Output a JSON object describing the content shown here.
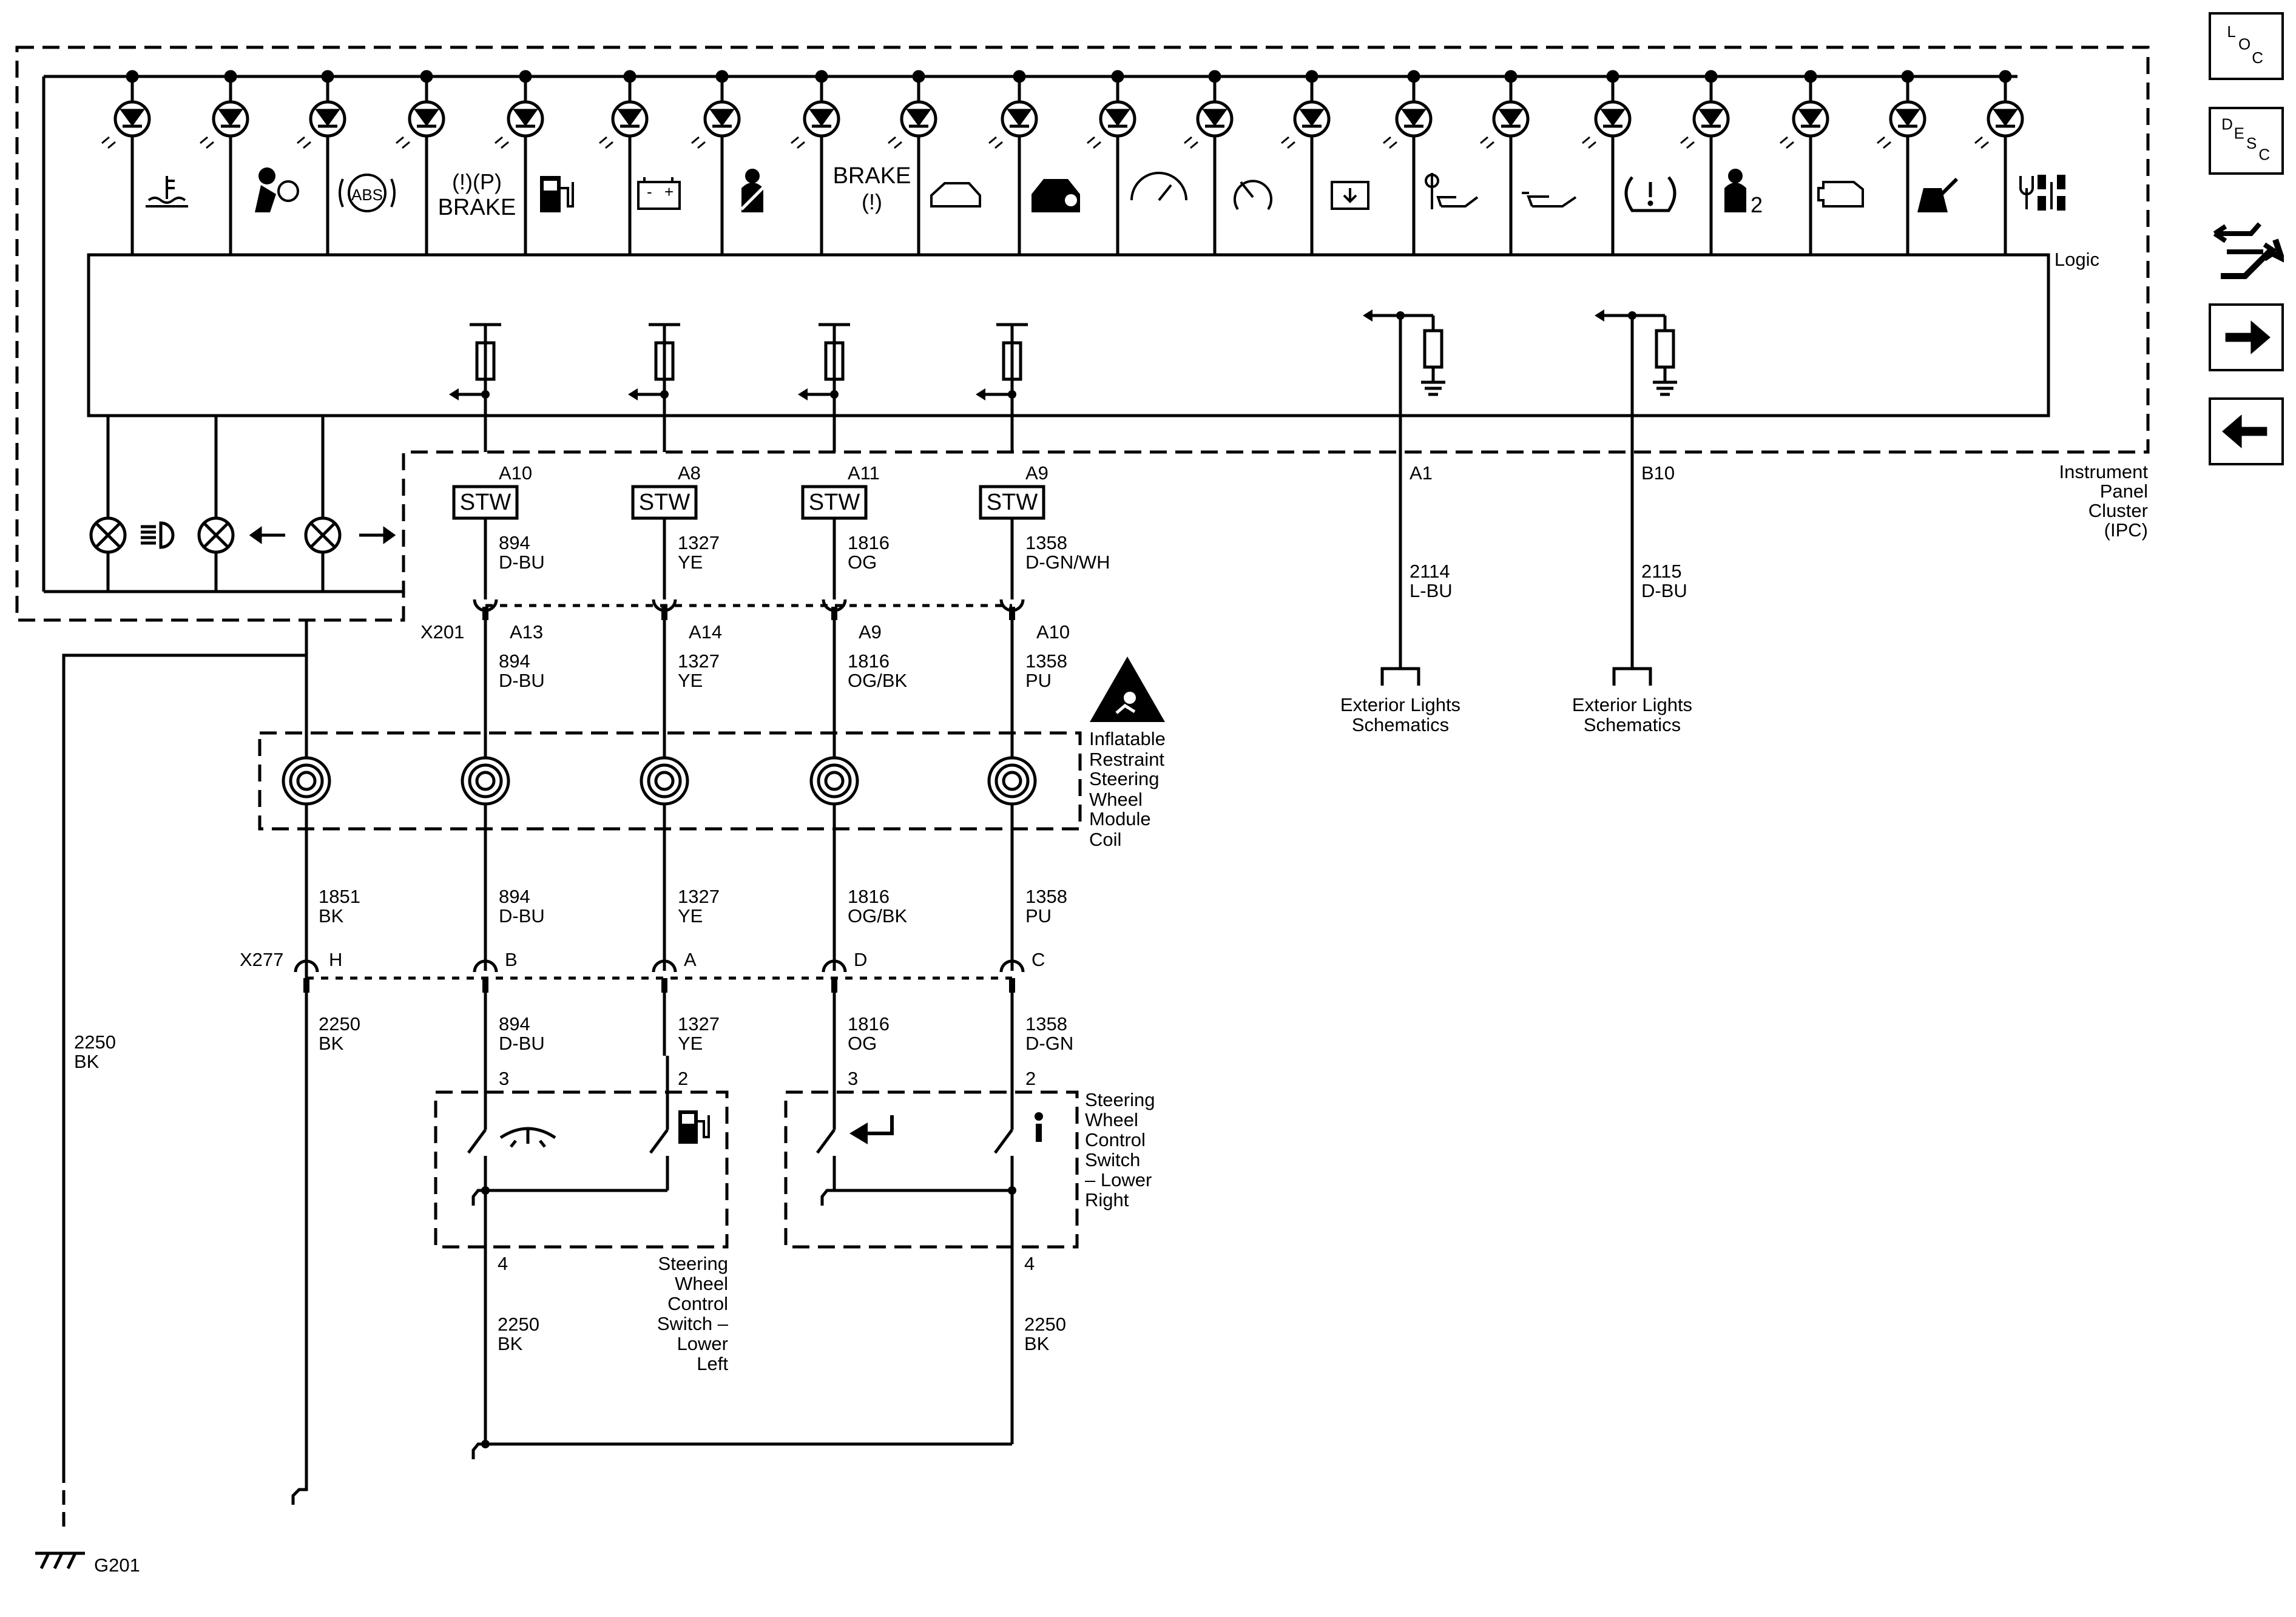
{
  "ipc": {
    "logic_label": "Logic",
    "module_name": [
      "Instrument",
      "Panel",
      "Cluster",
      "(IPC)"
    ],
    "brake_label": "BRAKE",
    "brake_label_2": "BRAKE",
    "seatbelt_suffix": "2",
    "indicator_icons": [
      "coolant-temp-icon",
      "airbag-icon",
      "abs-icon",
      "park-brake-icon",
      "fuel-icon",
      "battery-icon",
      "seatbelt-icon",
      "brake-icon",
      "vehicle-icon",
      "security-icon",
      "speedometer-icon",
      "cruise-icon",
      "engine-icon",
      "oil-pressure-icon",
      "oil-level-icon",
      "tire-pressure-icon",
      "passenger-seatbelt-icon",
      "check-engine-icon",
      "traction-icon",
      "service-4wd-icon"
    ],
    "lamp_icons": [
      "headlamp-icon",
      "turn-left-arrow-icon",
      "turn-right-arrow-icon"
    ]
  },
  "circuits": [
    {
      "pin": "A10",
      "splice": "STW",
      "wire_num": "894",
      "color": "D-BU",
      "x201_pin": "A13",
      "after_num": "894",
      "after_color": "D-BU",
      "coil_num": "894",
      "coil_color": "D-BU",
      "x277_pin": "B",
      "sw_num": "894",
      "sw_color": "D-BU",
      "sw_pin": "3"
    },
    {
      "pin": "A8",
      "splice": "STW",
      "wire_num": "1327",
      "color": "YE",
      "x201_pin": "A14",
      "after_num": "1327",
      "after_color": "YE",
      "coil_num": "1327",
      "coil_color": "YE",
      "x277_pin": "A",
      "sw_num": "1327",
      "sw_color": "YE",
      "sw_pin": "2"
    },
    {
      "pin": "A11",
      "splice": "STW",
      "wire_num": "1816",
      "color": "OG",
      "x201_pin": "A9",
      "after_num": "1816",
      "after_color": "OG/BK",
      "coil_num": "1816",
      "coil_color": "OG/BK",
      "x277_pin": "D",
      "sw_num": "1816",
      "sw_color": "OG",
      "sw_pin": "3"
    },
    {
      "pin": "A9",
      "splice": "STW",
      "wire_num": "1358",
      "color": "D-GN/WH",
      "x201_pin": "A10",
      "after_num": "1358",
      "after_color": "PU",
      "coil_num": "1358",
      "coil_color": "PU",
      "x277_pin": "C",
      "sw_num": "1358",
      "sw_color": "D-GN",
      "sw_pin": "2"
    }
  ],
  "exterior": [
    {
      "pin": "A1",
      "wire_num": "2114",
      "color": "L-BU",
      "dest": [
        "Exterior Lights",
        "Schematics"
      ]
    },
    {
      "pin": "B10",
      "wire_num": "2115",
      "color": "D-BU",
      "dest": [
        "Exterior Lights",
        "Schematics"
      ]
    }
  ],
  "connectors": {
    "x201": "X201",
    "x277": "X277",
    "x277_ground_pin": "H"
  },
  "coil": {
    "label": [
      "Inflatable",
      "Restraint",
      "Steering",
      "Wheel",
      "Module",
      "Coil"
    ],
    "ground_num": "1851",
    "ground_color": "BK"
  },
  "ground_wires": {
    "x277_num": "2250",
    "x277_color": "BK",
    "left_num": "2250",
    "left_color": "BK",
    "sw_left_num": "2250",
    "sw_left_color": "BK",
    "sw_right_num": "2250",
    "sw_right_color": "BK",
    "sw_left_pin": "4",
    "sw_right_pin": "4"
  },
  "ground": {
    "label": "G201"
  },
  "switch_left": {
    "label": [
      "Steering",
      "Wheel",
      "Control",
      "Switch –",
      "Lower",
      "Left"
    ]
  },
  "switch_right": {
    "label": [
      "Steering",
      "Wheel",
      "Control",
      "Switch",
      "– Lower",
      "Right"
    ]
  },
  "nav": {
    "loc": [
      "L",
      "O",
      "C"
    ],
    "desc": [
      "D",
      "E",
      "S",
      "C"
    ]
  }
}
